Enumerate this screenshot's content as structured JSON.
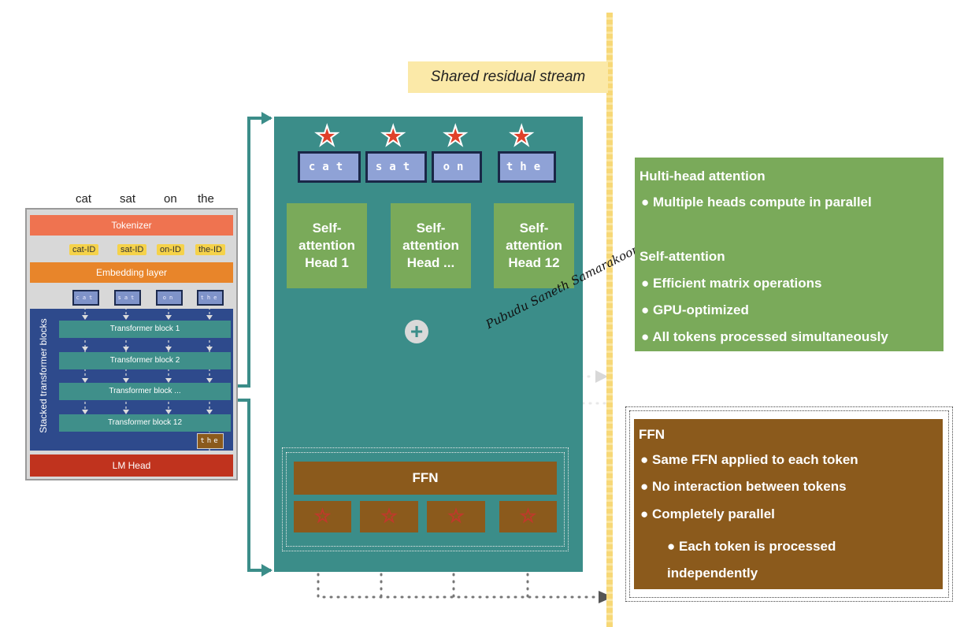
{
  "left_diagram": {
    "input_words": [
      "cat",
      "sat",
      "on",
      "the"
    ],
    "tokenizer_label": "Tokenizer",
    "token_ids": [
      "cat-ID",
      "sat-ID",
      "on-ID",
      "the-ID"
    ],
    "embedding_label": "Embedding layer",
    "embedding_tokens": [
      "cat",
      "sat",
      "on",
      "the"
    ],
    "stack_label": "Stacked transformer blocks",
    "blocks": [
      "Transformer block 1",
      "Transformer block 2",
      "Transformer block ...",
      "Transformer block 12"
    ],
    "output_token": "the",
    "lm_head_label": "LM Head"
  },
  "main": {
    "stream_label": "Shared residual stream",
    "tokens": [
      "cat",
      "sat",
      "on",
      "the"
    ],
    "heads": [
      "Self-\nattention\nHead 1",
      "Self-\nattention\nHead ...",
      "Self-\nattention\nHead 12"
    ],
    "combine_symbol": "+",
    "ffn_label": "FFN",
    "signature": "Pubudu Saneth Samarakoon"
  },
  "attention_panel": {
    "title": "Hulti-head attention",
    "bullets": [
      "Multiple heads compute in parallel"
    ],
    "subtitle": "Self-attention",
    "sub_bullets": [
      "Efficient matrix operations",
      "GPU-optimized",
      "All tokens processed simultaneously"
    ]
  },
  "ffn_panel": {
    "title": "FFN",
    "bullets": [
      "Same FFN applied to each token",
      "No interaction between tokens",
      "Completely parallel"
    ],
    "nested_bullet": "Each token is processed independently"
  },
  "colors": {
    "teal": "#3b8d89",
    "green": "#7aaa5a",
    "brown": "#8b5a1c",
    "tokenizer": "#ef7350",
    "embedding": "#e8852a",
    "lm_head": "#c0331e",
    "stream": "#f7d877"
  }
}
